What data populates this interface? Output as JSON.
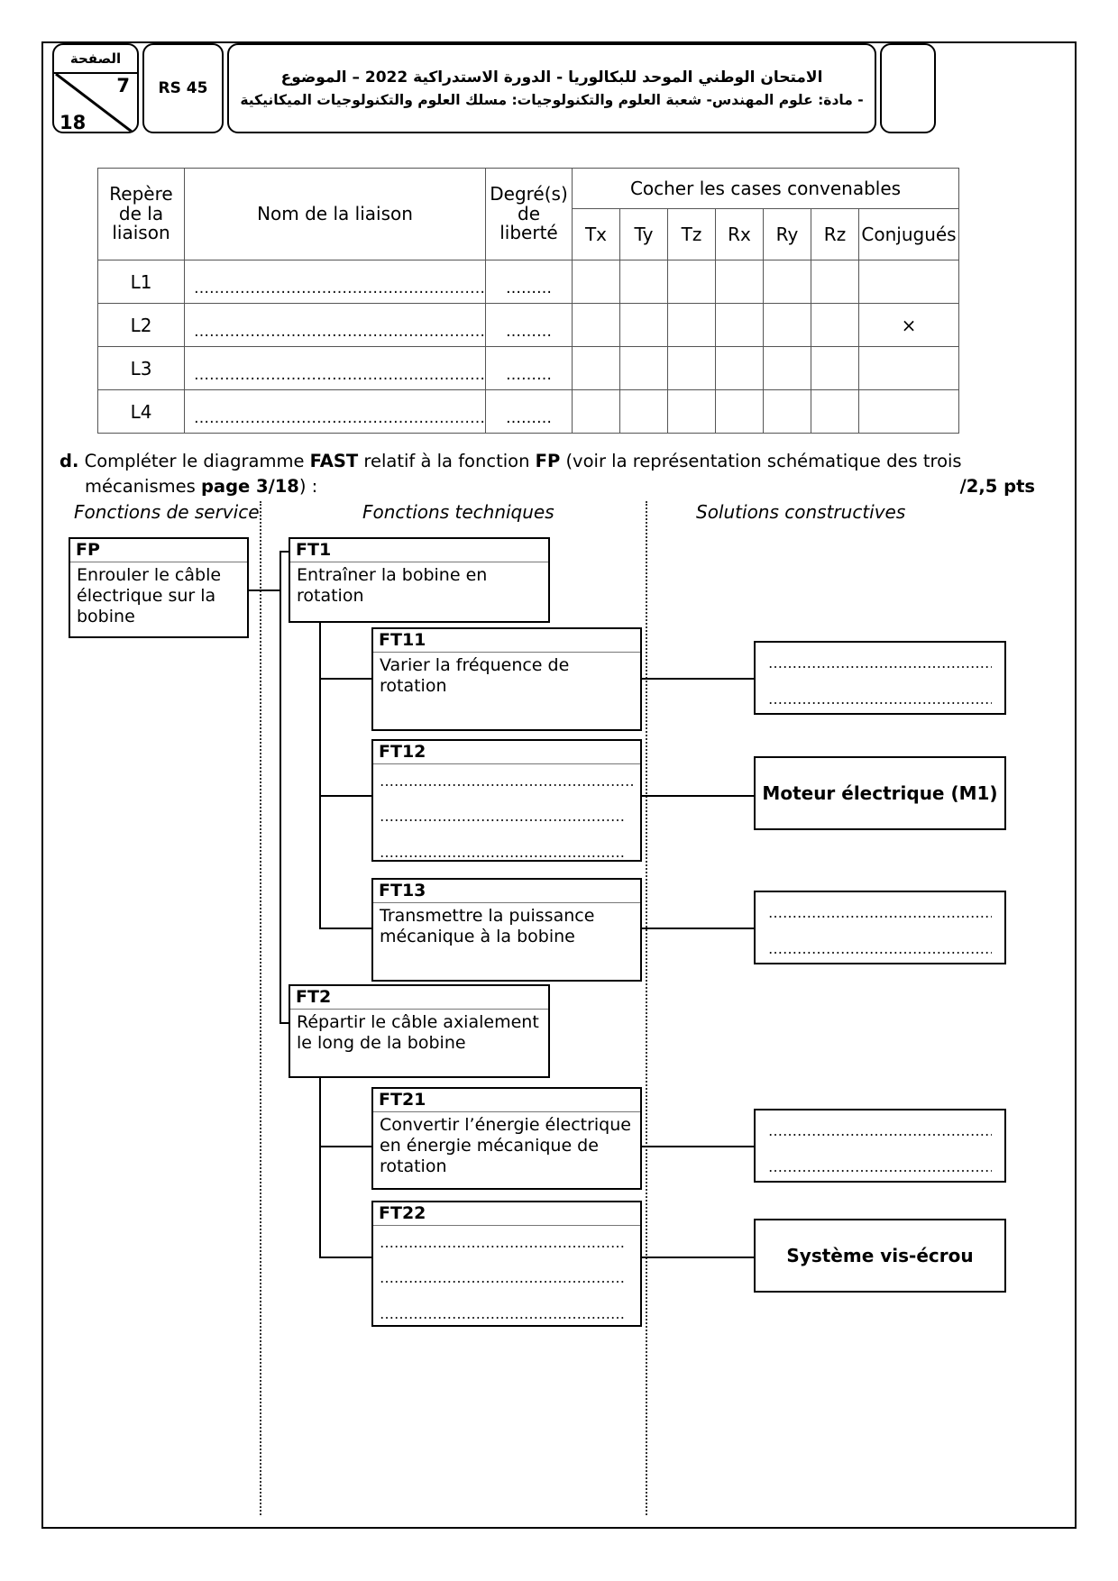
{
  "header": {
    "page_label": "الصفحة",
    "page_current": "7",
    "page_total": "18",
    "code": "RS 45",
    "title_line1": "الامتحان الوطني الموحد للبكالوريا - الدورة الاستدراكية 2022 – الموضوع",
    "title_line2": "- مادة: علوم المهندس- شعبة العلوم والتكنولوجيات: مسلك العلوم والتكنولوجيات الميكانيكية"
  },
  "liaison_table": {
    "headers": {
      "repere": "Repère de la liaison",
      "repere_l1": "Repère",
      "repere_l2": "de la",
      "repere_l3": "liaison",
      "nom": "Nom de la liaison",
      "degres_l1": "Degré(s)",
      "degres_l2": "de",
      "degres_l3": "liberté",
      "cocher": "Cocher les cases convenables",
      "tx": "Tx",
      "ty": "Ty",
      "tz": "Tz",
      "rx": "Rx",
      "ry": "Ry",
      "rz": "Rz",
      "conjugues": "Conjugués"
    },
    "dots_long": "…………………………………………………",
    "dots_short": "………",
    "rows": [
      {
        "repere": "L1",
        "nom": "",
        "degres": "",
        "tx": "",
        "ty": "",
        "tz": "",
        "rx": "",
        "ry": "",
        "rz": "",
        "conjugues": ""
      },
      {
        "repere": "L2",
        "nom": "",
        "degres": "",
        "tx": "",
        "ty": "",
        "tz": "",
        "rx": "",
        "ry": "",
        "rz": "",
        "conjugues": "×"
      },
      {
        "repere": "L3",
        "nom": "",
        "degres": "",
        "tx": "",
        "ty": "",
        "tz": "",
        "rx": "",
        "ry": "",
        "rz": "",
        "conjugues": ""
      },
      {
        "repere": "L4",
        "nom": "",
        "degres": "",
        "tx": "",
        "ty": "",
        "tz": "",
        "rx": "",
        "ry": "",
        "rz": "",
        "conjugues": ""
      }
    ]
  },
  "question_d": {
    "marker": "d.",
    "text_a": "Compléter le diagramme ",
    "bold_fast": "FAST",
    "text_b": " relatif à la fonction ",
    "bold_fp": "FP",
    "text_c": " (voir la représentation schématique des trois",
    "text_d": "mécanismes ",
    "bold_page": "page 3/18",
    "text_e": ") :",
    "points": "/2,5 pts"
  },
  "fast": {
    "columns": [
      "Fonctions de service",
      "Fonctions techniques",
      "Solutions constructives"
    ],
    "dots_line": "……………………………………………",
    "dots_line_med": "…………………………………………………………",
    "boxes": {
      "fp": {
        "code": "FP",
        "text": "Enrouler le câble électrique sur la bobine"
      },
      "ft1": {
        "code": "FT1",
        "text": "Entraîner la bobine en rotation"
      },
      "ft11": {
        "code": "FT11",
        "text": "Varier la fréquence de rotation"
      },
      "ft12": {
        "code": "FT12",
        "text": ""
      },
      "ft13": {
        "code": "FT13",
        "text": "Transmettre la puissance mécanique à la bobine"
      },
      "ft2": {
        "code": "FT2",
        "text": "Répartir le câble axialement le long de la bobine"
      },
      "ft21": {
        "code": "FT21",
        "text": "Convertir l’énergie électrique en énergie mécanique de rotation"
      },
      "ft22": {
        "code": "FT22",
        "text": ""
      }
    },
    "solutions": {
      "s11": "",
      "s12": "Moteur électrique (M1)",
      "s13": "",
      "s21": "",
      "s22": "Système vis-écrou"
    }
  }
}
